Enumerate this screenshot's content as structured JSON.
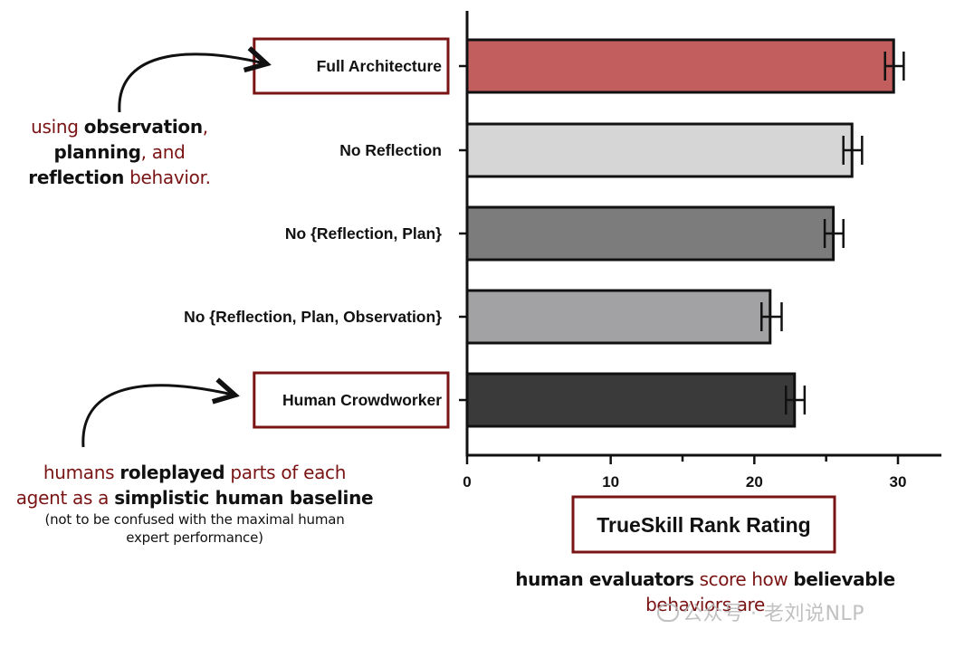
{
  "chart_data": {
    "type": "bar",
    "orientation": "horizontal",
    "categories": [
      "Full Architecture",
      "No Reflection",
      "No {Reflection, Plan}",
      "No {Reflection, Plan, Observation}",
      "Human Crowdworker"
    ],
    "values": [
      29.7,
      26.8,
      25.5,
      21.1,
      22.8
    ],
    "error_bars": [
      [
        29.1,
        30.4
      ],
      [
        26.2,
        27.5
      ],
      [
        24.9,
        26.2
      ],
      [
        20.5,
        21.9
      ],
      [
        22.2,
        23.5
      ]
    ],
    "xlabel": "TrueSkill Rank Rating",
    "xlim": [
      0,
      33
    ],
    "xticks": [
      "0",
      "10",
      "20",
      "30"
    ],
    "grid": false,
    "highlighted_categories": [
      "Full Architecture",
      "Human Crowdworker"
    ]
  },
  "colors": {
    "bars": [
      "#c25e5e",
      "#d6d6d6",
      "#7c7c7c",
      "#a2a2a4",
      "#3a3a3a"
    ],
    "box": "#7a1414",
    "arrow": "#111111",
    "accent_text": "#7a1414"
  },
  "annotations": {
    "top_note": {
      "line1_pre": "using ",
      "line1_bold": "observation",
      "line1_post": ",",
      "line2_bold": "planning",
      "line2_post": ", and",
      "line3_bold": "reflection",
      "line3_post": " behavior."
    },
    "bottom_note": {
      "line1_pre": "humans ",
      "line1_bold": "roleplayed",
      "line1_post": " parts of each",
      "line2_pre": "agent as a ",
      "line2_bold": "simplistic human baseline",
      "line3": "(not to be confused with the maximal human",
      "line4": "expert performance)"
    },
    "footer": {
      "bold1": "human evaluators",
      "mid": " score how ",
      "bold2": "believable",
      "line2": "behaviors are"
    }
  },
  "watermark": "公众号 · 老刘说NLP",
  "icons": [
    "curved-arrow-icon",
    "wechat-icon"
  ]
}
